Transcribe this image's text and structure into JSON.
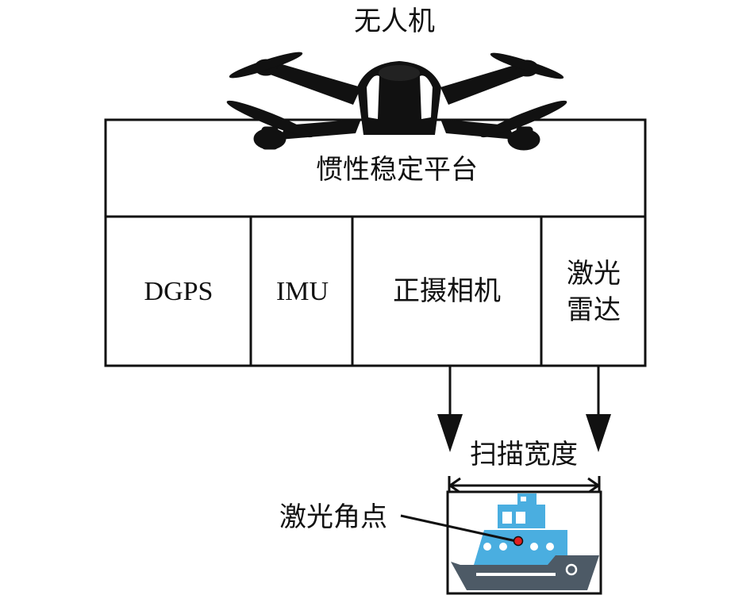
{
  "drone": {
    "label": "无人机"
  },
  "platform": {
    "label": "惯性稳定平台"
  },
  "sensors": [
    {
      "label": "DGPS"
    },
    {
      "label": "IMU"
    },
    {
      "label": "正摄相机"
    },
    {
      "label_line1": "激光",
      "label_line2": "雷达"
    }
  ],
  "scan": {
    "label": "扫描宽度"
  },
  "laser_point": {
    "label": "激光角点"
  },
  "colors": {
    "ship_upper": "#4aaee0",
    "ship_hull": "#4d5a66",
    "laser_point": "#e02020",
    "outline": "#111111"
  }
}
